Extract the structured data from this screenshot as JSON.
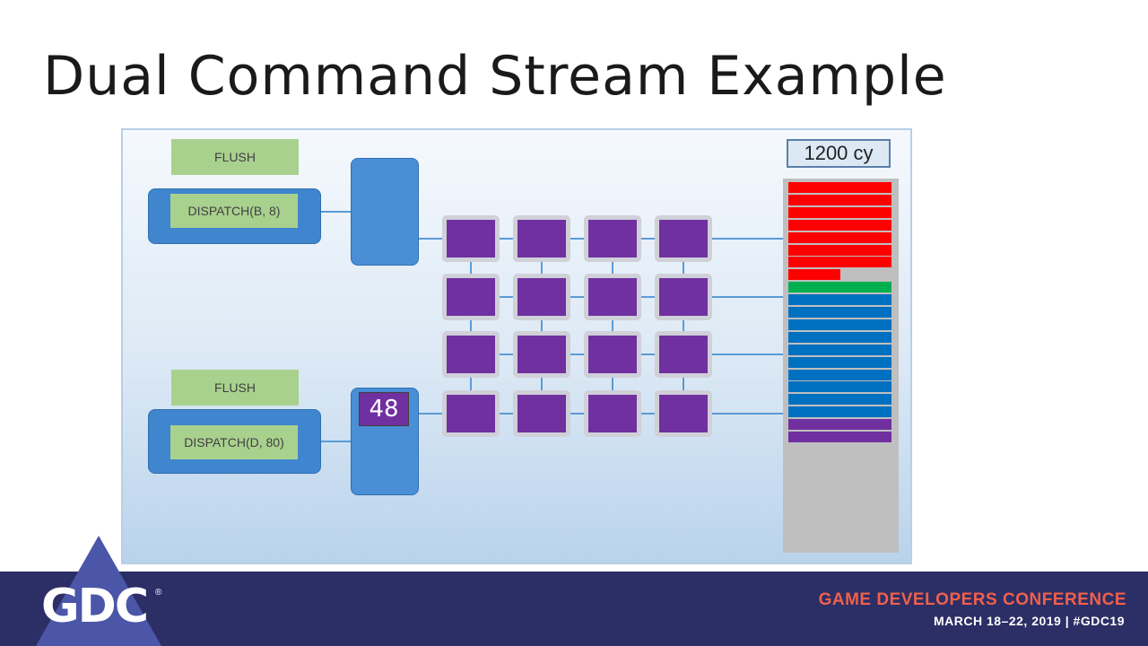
{
  "slide": {
    "title": "Dual Command Stream Example"
  },
  "diagram": {
    "stream1": {
      "flush_label": "FLUSH",
      "dispatch_label": "DISPATCH(B, 8)"
    },
    "stream2": {
      "flush_label": "FLUSH",
      "dispatch_label": "DISPATCH(D, 80)"
    },
    "counter": "48",
    "cycles_label": "1200 cy",
    "compute_grid": {
      "rows": 4,
      "cols": 4
    },
    "timeline_bars": [
      {
        "color": "#ff0000",
        "fraction": 1.0
      },
      {
        "color": "#ff0000",
        "fraction": 1.0
      },
      {
        "color": "#ff0000",
        "fraction": 1.0
      },
      {
        "color": "#ff0000",
        "fraction": 1.0
      },
      {
        "color": "#ff0000",
        "fraction": 1.0
      },
      {
        "color": "#ff0000",
        "fraction": 1.0
      },
      {
        "color": "#ff0000",
        "fraction": 1.0
      },
      {
        "color": "#ff0000",
        "fraction": 0.5
      },
      {
        "color": "#00b050",
        "fraction": 1.0
      },
      {
        "color": "#0070c0",
        "fraction": 1.0
      },
      {
        "color": "#0070c0",
        "fraction": 1.0
      },
      {
        "color": "#0070c0",
        "fraction": 1.0
      },
      {
        "color": "#0070c0",
        "fraction": 1.0
      },
      {
        "color": "#0070c0",
        "fraction": 1.0
      },
      {
        "color": "#0070c0",
        "fraction": 1.0
      },
      {
        "color": "#0070c0",
        "fraction": 1.0
      },
      {
        "color": "#0070c0",
        "fraction": 1.0
      },
      {
        "color": "#0070c0",
        "fraction": 1.0
      },
      {
        "color": "#0070c0",
        "fraction": 1.0
      },
      {
        "color": "#7030a0",
        "fraction": 1.0
      },
      {
        "color": "#7030a0",
        "fraction": 1.0
      }
    ]
  },
  "footer": {
    "logo_text": "GDC",
    "registered_mark": "®",
    "conference_name": "GAME DEVELOPERS CONFERENCE",
    "conference_dates": "MARCH 18–22, 2019  |  #GDC19"
  }
}
